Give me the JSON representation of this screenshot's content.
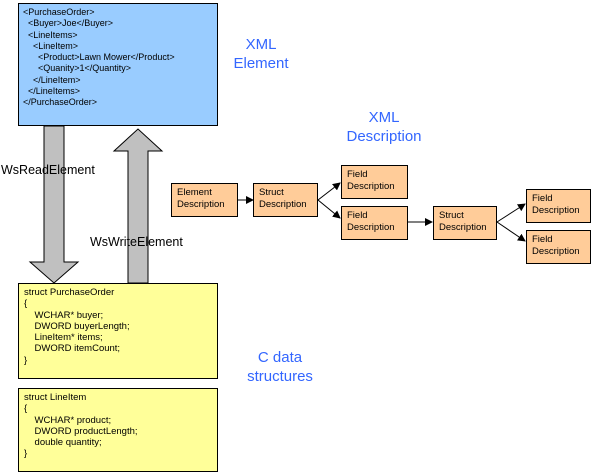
{
  "xml_element": {
    "lines": [
      "<PurchaseOrder>",
      "  <Buyer>Joe</Buyer>",
      "  <LineItems>",
      "    <LineItem>",
      "      <Product>Lawn Mower</Product>",
      "      <Quanity>1</Quantity>",
      "    </LineItem>",
      "  </LineItems>",
      "</PurchaseOrder>"
    ],
    "label_line1": "XML",
    "label_line2": "Element"
  },
  "arrows": {
    "read_label": "WsReadElement",
    "write_label": "WsWriteElement"
  },
  "c_structs": {
    "purchase_order_lines": [
      "struct PurchaseOrder",
      "{",
      "    WCHAR* buyer;",
      "    DWORD buyerLength;",
      "    LineItem* items;",
      "    DWORD itemCount;",
      "}"
    ],
    "line_item_lines": [
      "struct LineItem",
      "{",
      "    WCHAR* product;",
      "    DWORD productLength;",
      "    double quantity;",
      "}"
    ],
    "label_line1": "C data",
    "label_line2": "structures"
  },
  "xml_description": {
    "label_line1": "XML",
    "label_line2": "Description",
    "nodes": {
      "element_description": [
        "Element",
        "Description"
      ],
      "struct_description_1": [
        "Struct",
        "Description"
      ],
      "field_description_1": [
        "Field",
        "Description"
      ],
      "field_description_2": [
        "Field",
        "Description"
      ],
      "struct_description_2": [
        "Struct",
        "Description"
      ],
      "field_description_3": [
        "Field",
        "Description"
      ],
      "field_description_4": [
        "Field",
        "Description"
      ]
    }
  },
  "colors": {
    "xml_box": "#99ccff",
    "c_box": "#ffff99",
    "node": "#ffcc99",
    "arrow_fill": "#c0c0c0",
    "label_blue": "#3366ff"
  }
}
